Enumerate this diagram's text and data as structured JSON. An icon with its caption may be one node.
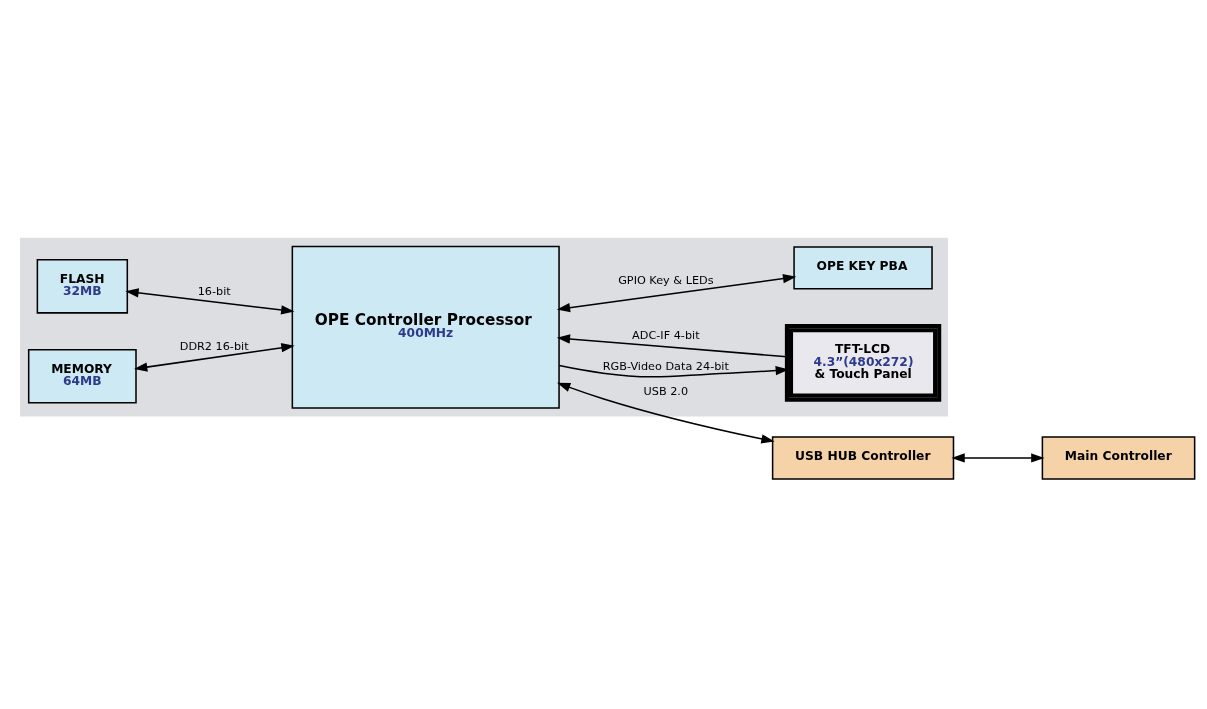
{
  "diagram": {
    "nodes": [
      {
        "text": [],
        "shape": "box"
      },
      {
        "text": [
          "FLASH",
          "32MB"
        ],
        "in": 0
      },
      {
        "text": [
          "MEMORY",
          "64MB"
        ],
        "in": 0
      },
      {
        "text": [
          "OPE Controller Processor",
          "400MHz"
        ],
        "in": 0
      },
      {
        "text": [
          "TFT-LCD",
          "4.3”(480x272)",
          "& Touch Panel"
        ],
        "in": 0
      },
      {
        "text": [
          "OPE KEY PBA"
        ],
        "in": 0
      },
      {
        "text": [
          "USB HUB Controller"
        ]
      },
      {
        "text": [
          "Main Controller"
        ]
      }
    ],
    "edges": [
      {
        "from": 1,
        "to": 3,
        "arrow": "both",
        "label": "16-bit"
      },
      {
        "from": 2,
        "to": 3,
        "arrow": "both",
        "label": "DDR2 16-bit"
      },
      {
        "from": 3,
        "to": 4,
        "arrow": "to",
        "label": "RGB-Video Data 24-bit"
      },
      {
        "from": 4,
        "to": 3,
        "arrow": "to",
        "label": "ADC-IF 4-bit"
      },
      {
        "from": 3,
        "to": 5,
        "arrow": "both",
        "label": "GPIO Key & LEDs"
      },
      {
        "from": 3,
        "to": 6,
        "arrow": "both",
        "label": "USB 2.0"
      },
      {
        "from": 6,
        "to": 7,
        "arrow": "both"
      }
    ]
  }
}
